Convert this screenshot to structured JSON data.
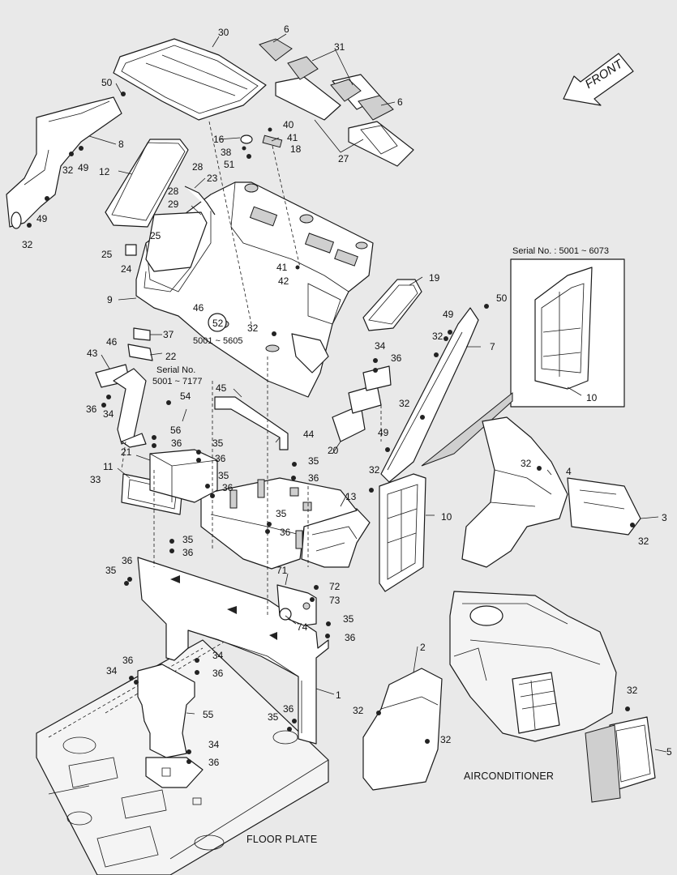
{
  "labels": {
    "front": "FRONT",
    "floor_plate": "FLOOR PLATE",
    "airconditioner": "AIRCONDITIONER",
    "serial_a": "5001 ~ 5605",
    "serial_b_title": "Serial No.",
    "serial_b_range": "5001 ~ 7177",
    "serial_c": "Serial No. : 5001 ~ 6073"
  },
  "callouts": {
    "c30": "30",
    "c6a": "6",
    "c31": "31",
    "c6b": "6",
    "c50a": "50",
    "c8": "8",
    "c32a": "32",
    "c49a": "49",
    "c16": "16",
    "c40": "40",
    "c41a": "41",
    "c38": "38",
    "c18": "18",
    "c51": "51",
    "c27": "27",
    "c12": "12",
    "c28a": "28",
    "c23": "23",
    "c28b": "28",
    "c29": "29",
    "c49b": "49",
    "c32b": "32",
    "c25a": "25",
    "c25b": "25",
    "c24": "24",
    "c41b": "41",
    "c42": "42",
    "c19": "19",
    "c9": "9",
    "c46a": "46",
    "c52": "52",
    "c32c": "32",
    "c37": "37",
    "c46b": "46",
    "c22": "22",
    "c43": "43",
    "c54": "54",
    "c36a": "36",
    "c34a": "34",
    "c45": "45",
    "c44": "44",
    "c34b": "34",
    "c36b": "36",
    "c56": "56",
    "c36c": "36",
    "c21": "21",
    "c35a": "35",
    "c36d": "36",
    "c11": "11",
    "c33": "33",
    "c35b": "35",
    "c36e": "36",
    "c35c": "35",
    "c36f": "36",
    "c20": "20",
    "c13": "13",
    "c35d": "35",
    "c36g": "36",
    "c35e": "35",
    "c36h": "36",
    "c36i": "36",
    "c35f": "35",
    "c71": "71",
    "c72": "72",
    "c73": "73",
    "c74": "74",
    "c35g": "35",
    "c36j": "36",
    "c34c": "34",
    "c36k": "36",
    "c36l": "36",
    "c34d": "34",
    "c1": "1",
    "c55": "55",
    "c36m": "36",
    "c35h": "35",
    "c34e": "34",
    "c36n": "36",
    "c50b": "50",
    "c49c": "49",
    "c32d": "32",
    "c7": "7",
    "c10a": "10",
    "c32e": "32",
    "c49d": "49",
    "c32f": "32",
    "c10b": "10",
    "c32g": "32",
    "c4": "4",
    "c3": "3",
    "c32h": "32",
    "c2": "2",
    "c32i": "32",
    "c32j": "32",
    "c32k": "32",
    "c5": "5"
  }
}
